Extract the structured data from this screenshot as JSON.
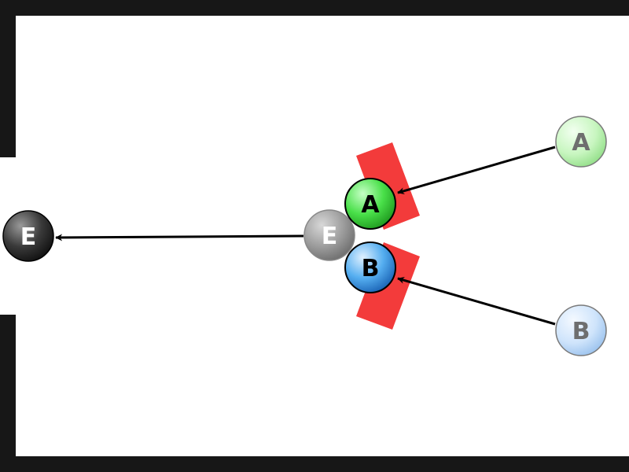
{
  "colors": {
    "wall": "#171717",
    "background": "#ffffff",
    "arrow": "#000000",
    "blocker": "#f33b3b",
    "green": "#3ed83e",
    "green_ghost": "#c9f7c2",
    "blue": "#4aa6ee",
    "blue_ghost": "#cfe4fb",
    "dark": "#2e2e2e",
    "grey": "#8f8f8f"
  },
  "balls": [
    {
      "id": "enemy-goal",
      "label": "E",
      "style": "dark"
    },
    {
      "id": "enemy-now",
      "label": "E",
      "style": "grey"
    },
    {
      "id": "a-now",
      "label": "A",
      "style": "green"
    },
    {
      "id": "b-now",
      "label": "B",
      "style": "blue"
    },
    {
      "id": "a-start",
      "label": "A",
      "style": "green_ghost"
    },
    {
      "id": "b-start",
      "label": "B",
      "style": "blue_ghost"
    }
  ]
}
